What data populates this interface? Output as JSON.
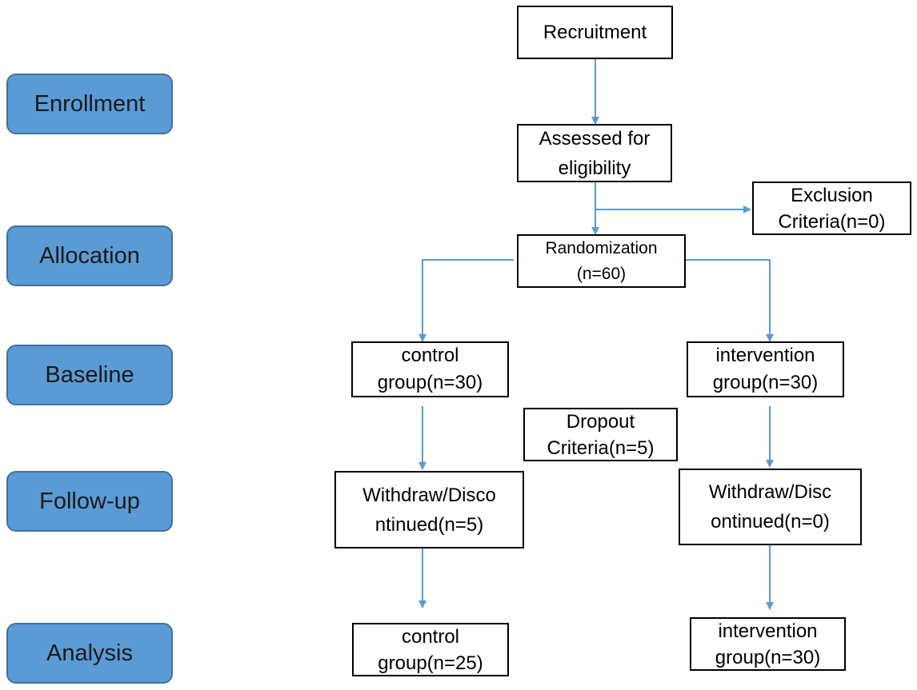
{
  "stages": {
    "enrollment": "Enrollment",
    "allocation": "Allocation",
    "baseline": "Baseline",
    "followup": "Follow-up",
    "analysis": "Analysis"
  },
  "nodes": {
    "recruitment": "Recruitment",
    "assessed": "Assessed for\neligibility",
    "exclusion": "Exclusion\nCriteria(n=0)",
    "randomization": "Randomization\n(n=60)",
    "control_baseline": "control\ngroup(n=30)",
    "intervention_baseline": "intervention\ngroup(n=30)",
    "dropout": "Dropout\nCriteria(n=5)",
    "control_withdraw": "Withdraw/Disco\nntinued(n=5)",
    "intervention_withdraw": "Withdraw/Disc\nontinued(n=0)",
    "control_analysis": "control\ngroup(n=25)",
    "intervention_analysis": "intervention\ngroup(n=30)"
  },
  "colors": {
    "stage_fill": "#5b9bd5",
    "stage_border": "#41719c",
    "arrow": "#5b9bd5",
    "box_border": "#000000"
  }
}
